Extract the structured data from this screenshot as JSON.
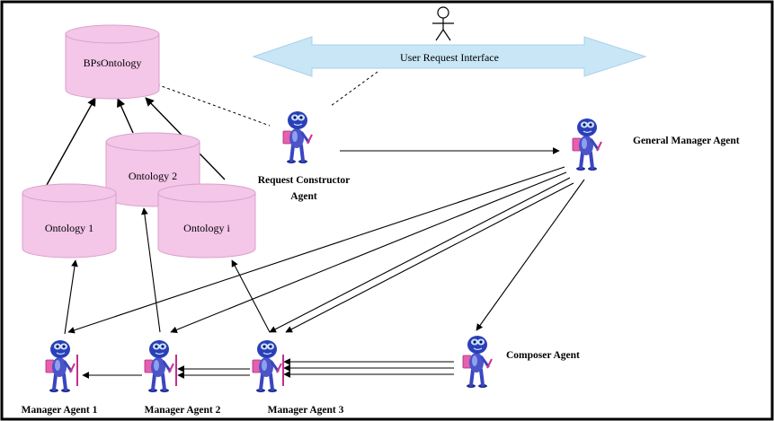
{
  "ontologies": {
    "bps": "BPsOntology",
    "o1": "Ontology 1",
    "o2": "Ontology 2",
    "oi": "Ontology i"
  },
  "interface_label": "User Request Interface",
  "agents": {
    "request_constructor_line1": "Request Constructor",
    "request_constructor_line2": "Agent",
    "general_manager": "General Manager Agent",
    "composer": "Composer Agent",
    "manager1": "Manager Agent 1",
    "manager2": "Manager Agent 2",
    "manager3": "Manager Agent 3"
  },
  "colors": {
    "cylinder_fill": "#f4c6e8",
    "cylinder_stroke": "#d9a0cc",
    "interface_fill": "#c9e6f7",
    "interface_stroke": "#a9d0ea",
    "agent_body": "#4b55c8",
    "agent_head": "#2a3fb8",
    "agent_bag": "#e85fb0",
    "border": "#000000"
  },
  "icons": {
    "user": "stick-figure-icon",
    "agent": "robot-agent-icon"
  }
}
